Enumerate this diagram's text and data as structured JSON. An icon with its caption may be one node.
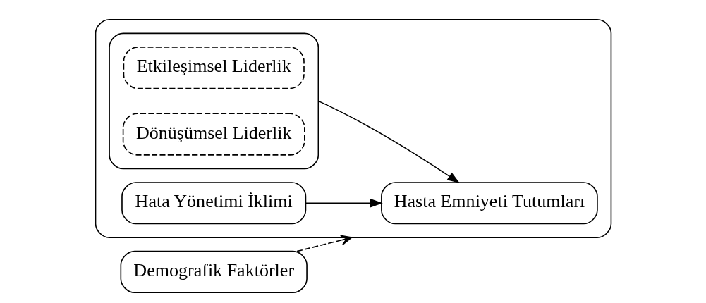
{
  "diagram": {
    "nodes": [
      {
        "text": [],
        "shape": "box"
      },
      {
        "text": [
          "Hata Yönetimi İklimi"
        ],
        "in": 0
      },
      {
        "text": [],
        "shape": "box",
        "in": 0
      },
      {
        "text": [
          "Etkileşimsel Liderlik"
        ],
        "in": 2
      },
      {
        "text": [
          "Dönüşümsel Liderlik"
        ],
        "in": 2
      },
      {
        "text": [
          "Hasta Emniyeti Tutumları"
        ],
        "in": 0
      },
      {
        "text": [
          "Demografik Faktörler"
        ]
      }
    ],
    "edges": [
      {
        "from": 1,
        "to": 5,
        "arrow": "to"
      },
      {
        "from": 2,
        "to": 5,
        "arrow": "to"
      },
      {
        "from": 6,
        "to": 0,
        "arrow": "to",
        "style": "dashed"
      }
    ]
  }
}
